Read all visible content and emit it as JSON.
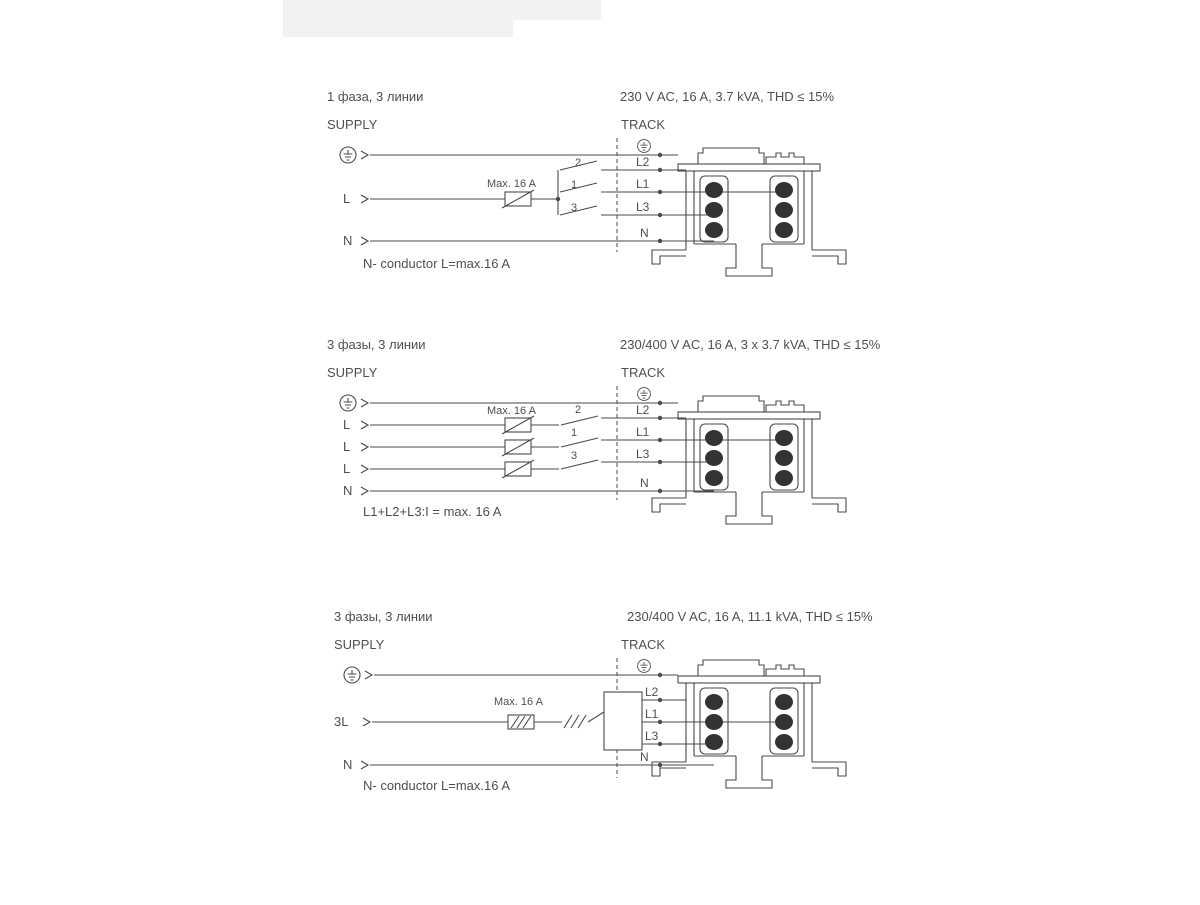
{
  "page": {
    "background": "#ffffff",
    "line_color": "#4a4a4a",
    "text_color": "#4f4f4f"
  },
  "diagrams": [
    {
      "title": "1 фаза, 3 линии",
      "spec": "230 V AC, 16 A, 3.7 kVA, THD ≤ 15%",
      "supply_label": "SUPPLY",
      "track_label": "TRACK",
      "fuse_label": "Max. 16 A",
      "supply_terminals": [
        "L",
        "N"
      ],
      "switch_numbers": [
        "2",
        "1",
        "3"
      ],
      "track_terminals": [
        "L2",
        "L1",
        "L3",
        "N"
      ],
      "note": "N- conductor  L=max.16 A"
    },
    {
      "title": "3 фазы, 3 линии",
      "spec": "230/400 V AC, 16 A, 3 x 3.7 kVA, THD ≤ 15%",
      "supply_label": "SUPPLY",
      "track_label": "TRACK",
      "fuse_label": "Max. 16 A",
      "supply_terminals": [
        "L",
        "L",
        "L",
        "N"
      ],
      "switch_numbers": [
        "2",
        "1",
        "3"
      ],
      "track_terminals": [
        "L2",
        "L1",
        "L3",
        "N"
      ],
      "note": "L1+L2+L3:I = max. 16 A"
    },
    {
      "title": "3 фазы, 3 линии",
      "spec": "230/400 V AC, 16 A, 11.1 kVA, THD ≤ 15%",
      "supply_label": "SUPPLY",
      "track_label": "TRACK",
      "fuse_label": "Max. 16 A",
      "supply_terminals": [
        "3L",
        "N"
      ],
      "track_terminals": [
        "L2",
        "L1",
        "L3",
        "N"
      ],
      "note": "N- conductor  L=max.16 A"
    }
  ]
}
